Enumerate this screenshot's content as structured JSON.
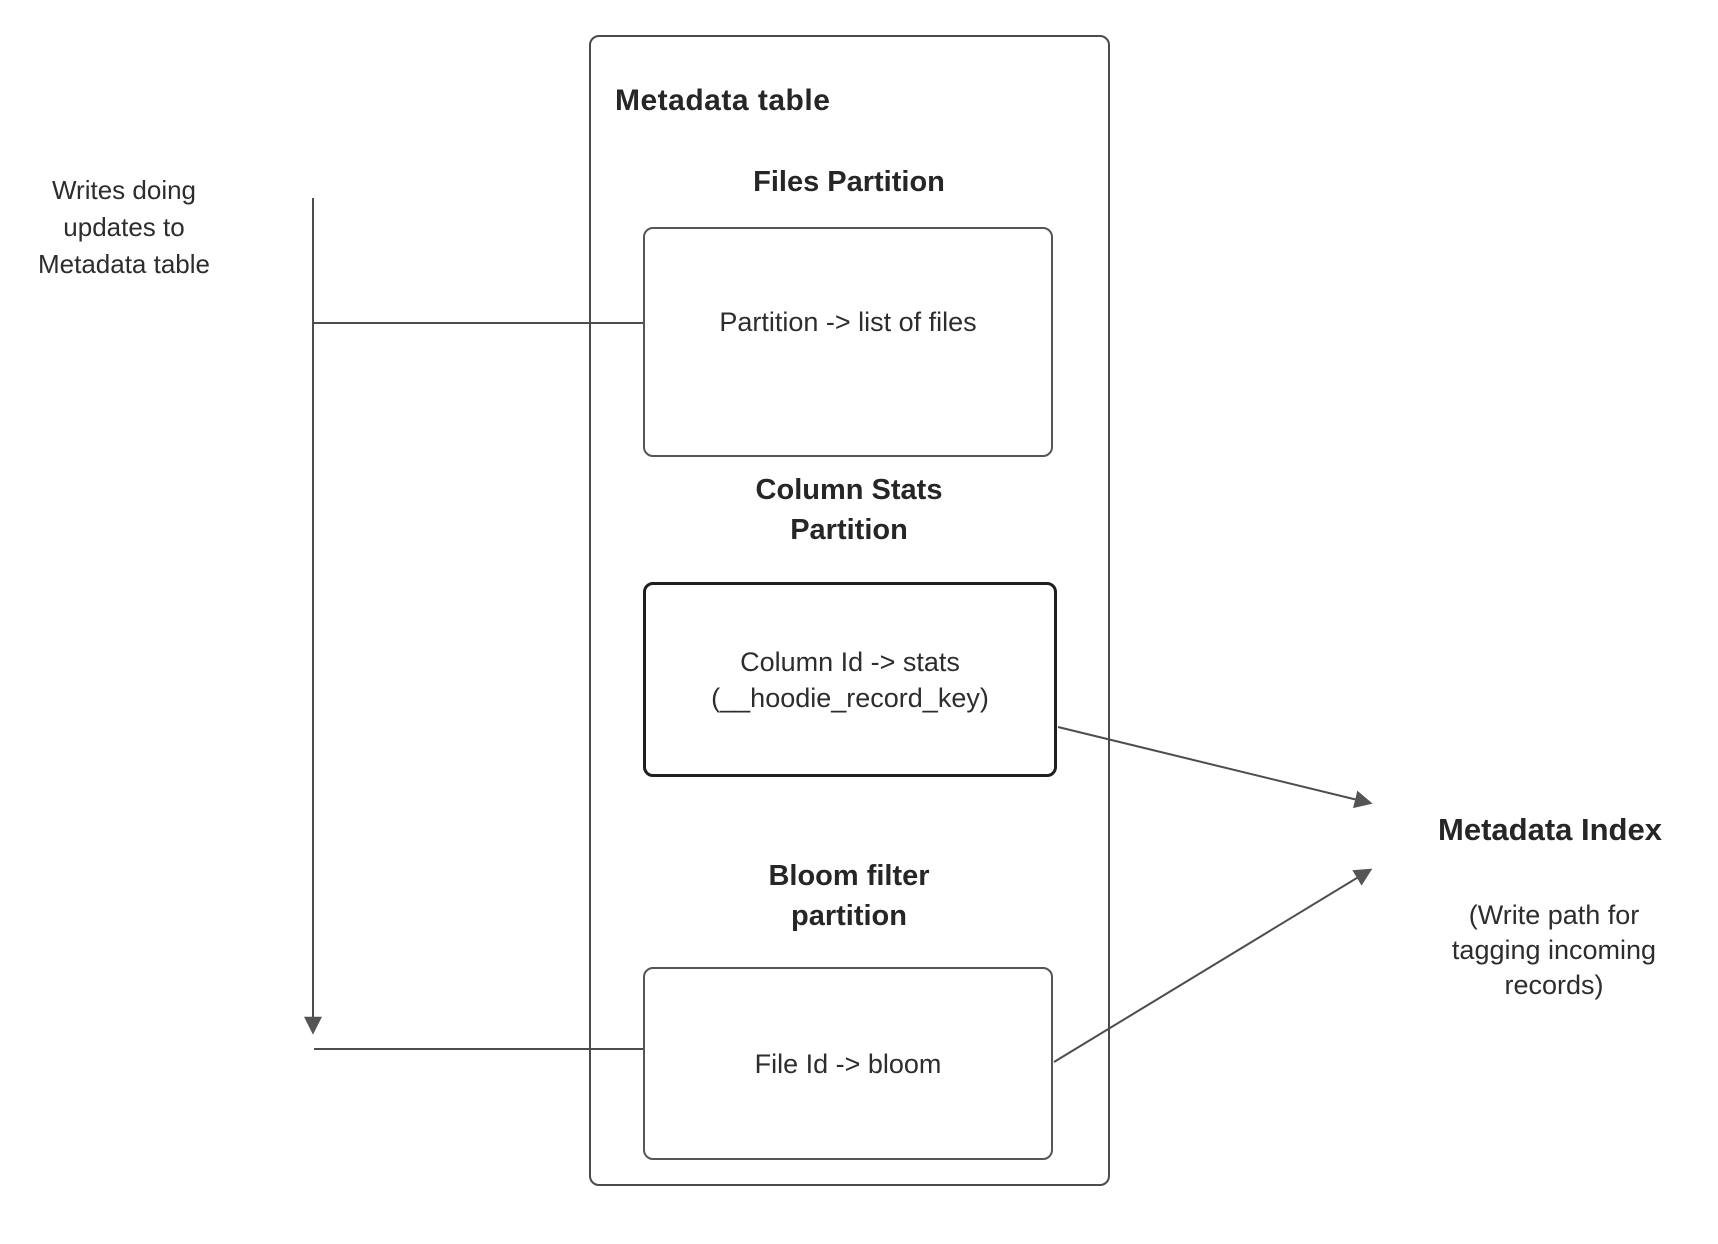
{
  "diagram": {
    "left_note": "Writes doing\nupdates to\nMetadata table",
    "container": {
      "title": "Metadata table"
    },
    "sections": [
      {
        "heading": "Files Partition",
        "box_text": "Partition -> list of files"
      },
      {
        "heading": "Column Stats\nPartition",
        "box_text": "Column Id  -> stats\n(__hoodie_record_key)"
      },
      {
        "heading": "Bloom filter\npartition",
        "box_text": "File Id -> bloom"
      }
    ],
    "index_label": {
      "title": "Metadata Index",
      "subtitle": "(Write path for\ntagging incoming\nrecords)"
    },
    "colors": {
      "stroke": "#4d4d4d",
      "text": "#2d2d2d",
      "heading_text": "#262626",
      "emphasized_border": "#1f1f1f",
      "box_border": "#565656",
      "background": "#ffffff"
    }
  }
}
